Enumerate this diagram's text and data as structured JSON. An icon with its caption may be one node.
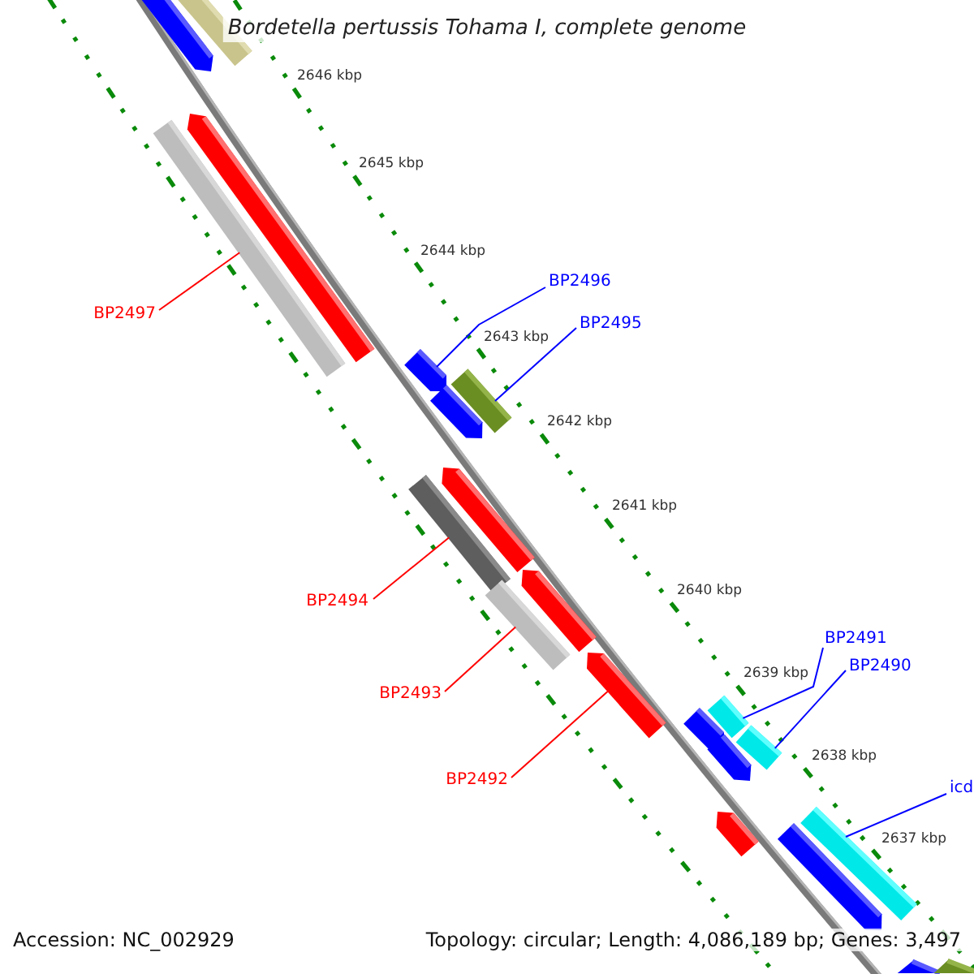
{
  "diagram": {
    "title": "Bordetella pertussis Tohama I, complete genome",
    "nodes": [
      {
        "text": [
          "BP2497"
        ]
      },
      {
        "text": [],
        "shape": "bar"
      },
      {
        "text": [
          "BP2496"
        ]
      },
      {
        "text": [],
        "shape": "bar"
      },
      {
        "text": [
          "BP2495"
        ]
      },
      {
        "text": [],
        "shape": "bar"
      },
      {
        "text": [
          "BP2494"
        ]
      },
      {
        "text": [],
        "shape": "bar"
      },
      {
        "text": [
          "BP2493"
        ]
      },
      {
        "text": [],
        "shape": "bar"
      },
      {
        "text": [
          "BP2492"
        ]
      },
      {
        "text": [],
        "shape": "bar"
      },
      {
        "text": [
          "BP2491"
        ]
      },
      {
        "text": [],
        "shape": "bar"
      },
      {
        "text": [
          "BP2490"
        ]
      },
      {
        "text": [],
        "shape": "bar"
      },
      {
        "text": [
          "icd"
        ]
      },
      {
        "text": [],
        "shape": "bar"
      },
      {
        "text": [],
        "shape": "bar"
      },
      {
        "text": [],
        "shape": "bar"
      },
      {
        "text": [],
        "shape": "bar"
      },
      {
        "text": [],
        "shape": "bar"
      },
      {
        "text": [],
        "shape": "bar"
      },
      {
        "text": [],
        "shape": "bar"
      },
      {
        "text": [],
        "shape": "bar"
      },
      {
        "text": [],
        "shape": "bar"
      },
      {
        "text": [],
        "shape": "bar"
      },
      {
        "text": [],
        "shape": "bar"
      },
      {
        "text": [],
        "shape": "bar"
      },
      {
        "text": [],
        "shape": "bar"
      }
    ],
    "edges": [
      {
        "from": 0,
        "to": 20,
        "arrow": "none",
        "color": "#ff0000"
      },
      {
        "from": 2,
        "to": 3,
        "arrow": "none"
      },
      {
        "from": 4,
        "to": 21,
        "arrow": "none"
      },
      {
        "from": 6,
        "to": 22,
        "arrow": "none",
        "color": "#ff0000"
      },
      {
        "from": 8,
        "to": 23,
        "arrow": "none",
        "color": "#ff0000"
      },
      {
        "from": 10,
        "to": 11,
        "arrow": "none",
        "color": "#ff0000"
      },
      {
        "from": 12,
        "to": 24,
        "arrow": "none"
      },
      {
        "from": 14,
        "to": 25,
        "arrow": "none"
      },
      {
        "from": 16,
        "to": 27,
        "arrow": "none"
      }
    ],
    "labels": [
      "2646 kbp",
      "2645 kbp",
      "2644 kbp",
      "2643 kbp",
      "2642 kbp",
      "2641 kbp",
      "2640 kbp",
      "2639 kbp",
      "2638 kbp",
      "2637 kbp",
      "Accession: NC_002929",
      "Topology: circular; Length: 4,086,189 bp; Genes: 3,497"
    ]
  }
}
